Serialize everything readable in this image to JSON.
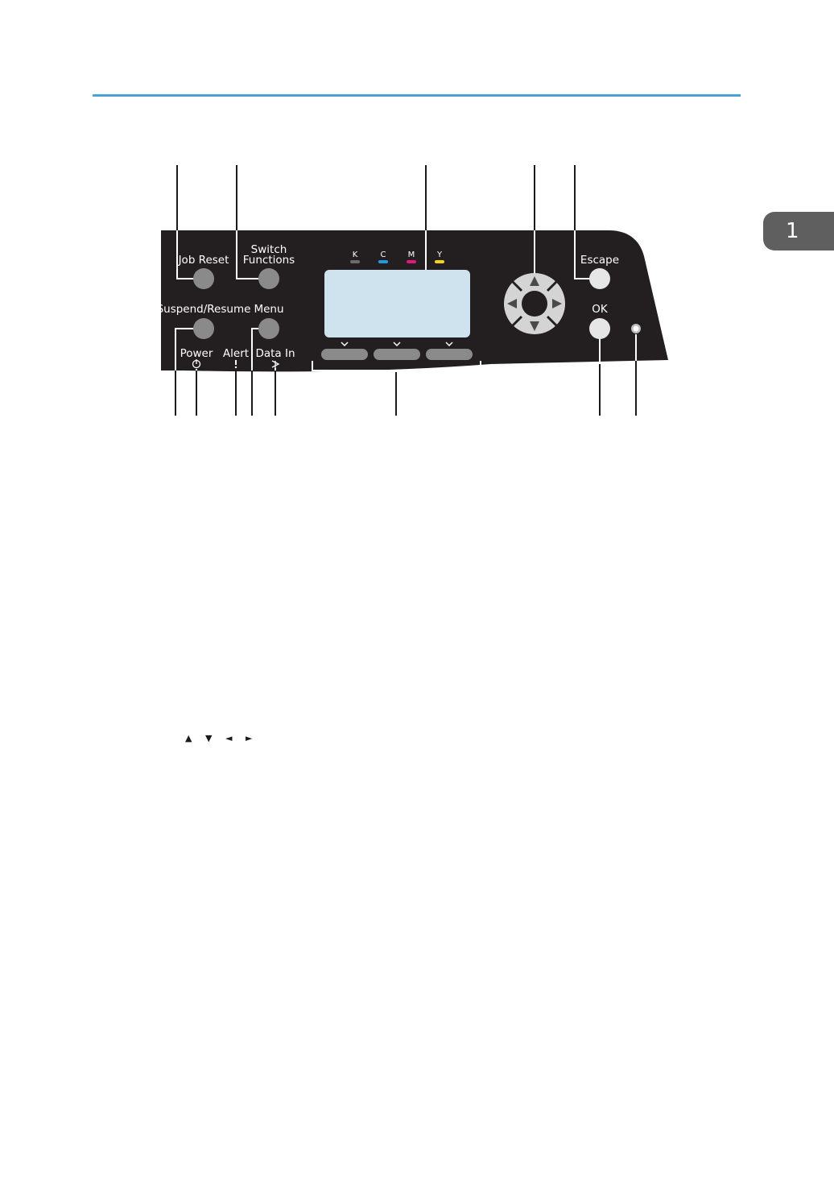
{
  "chapter": {
    "number": "1"
  },
  "panel": {
    "job_reset": "Job Reset",
    "switch_functions_line1": "Switch",
    "switch_functions_line2": "Functions",
    "suspend_resume": "Suspend/Resume",
    "menu": "Menu",
    "power": "Power",
    "alert": "Alert",
    "data_in": "Data In",
    "escape": "Escape",
    "ok": "OK",
    "ink": {
      "k": "K",
      "c": "C",
      "m": "M",
      "y": "Y"
    },
    "ink_colors": {
      "k": "#6b6b6b",
      "c": "#1e9be0",
      "m": "#e0197d",
      "y": "#f2d21b"
    }
  },
  "arrow_keys": {
    "up": "▲",
    "down": "▼",
    "left": "◄",
    "right": "►"
  }
}
